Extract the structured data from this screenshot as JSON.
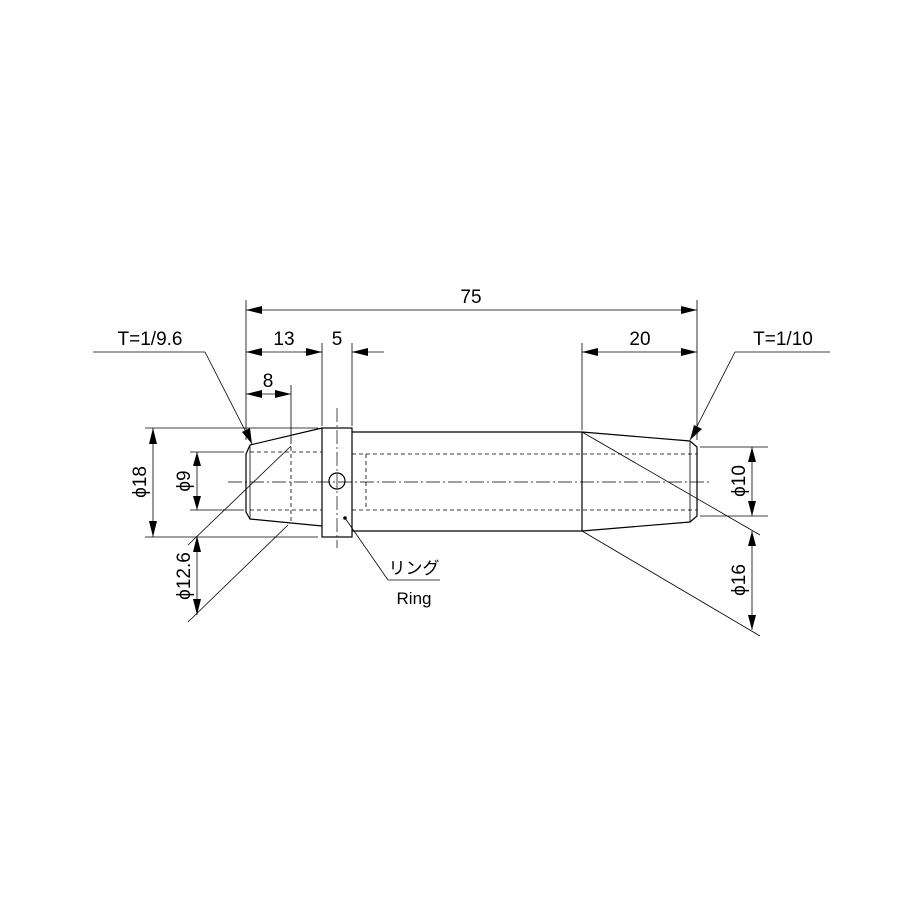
{
  "dimensions": {
    "overall_length": "75",
    "left_taper_length": "13",
    "ring_width": "5",
    "inner_bore_depth": "8",
    "right_taper_length": "20",
    "dia_left_outer": "ϕ18",
    "dia_left_bore": "ϕ9",
    "dia_left_taper_small": "ϕ12.6",
    "dia_right_small": "ϕ10",
    "dia_right_body": "ϕ16"
  },
  "tapers": {
    "left": "T=1/9.6",
    "right": "T=1/10"
  },
  "callouts": {
    "ring_jp": "リング",
    "ring_en": "Ring"
  }
}
